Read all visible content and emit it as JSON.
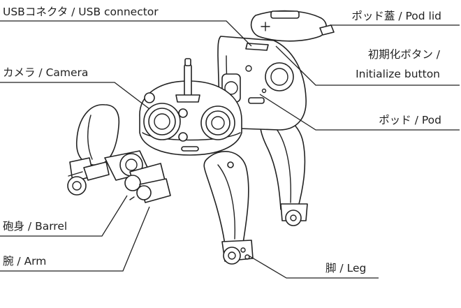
{
  "labels": {
    "usb": "USBコネクタ / USB connector",
    "pod_lid": "ポッド蓋 / Pod lid",
    "init_line1": "初期化ボタン /",
    "init_line2": "Initialize button",
    "camera": "カメラ / Camera",
    "pod": "ポッド / Pod",
    "barrel": "砲身 / Barrel",
    "arm": "腕 / Arm",
    "leg": "脚 / Leg"
  },
  "colors": {
    "line": "#222222",
    "background": "#ffffff"
  }
}
